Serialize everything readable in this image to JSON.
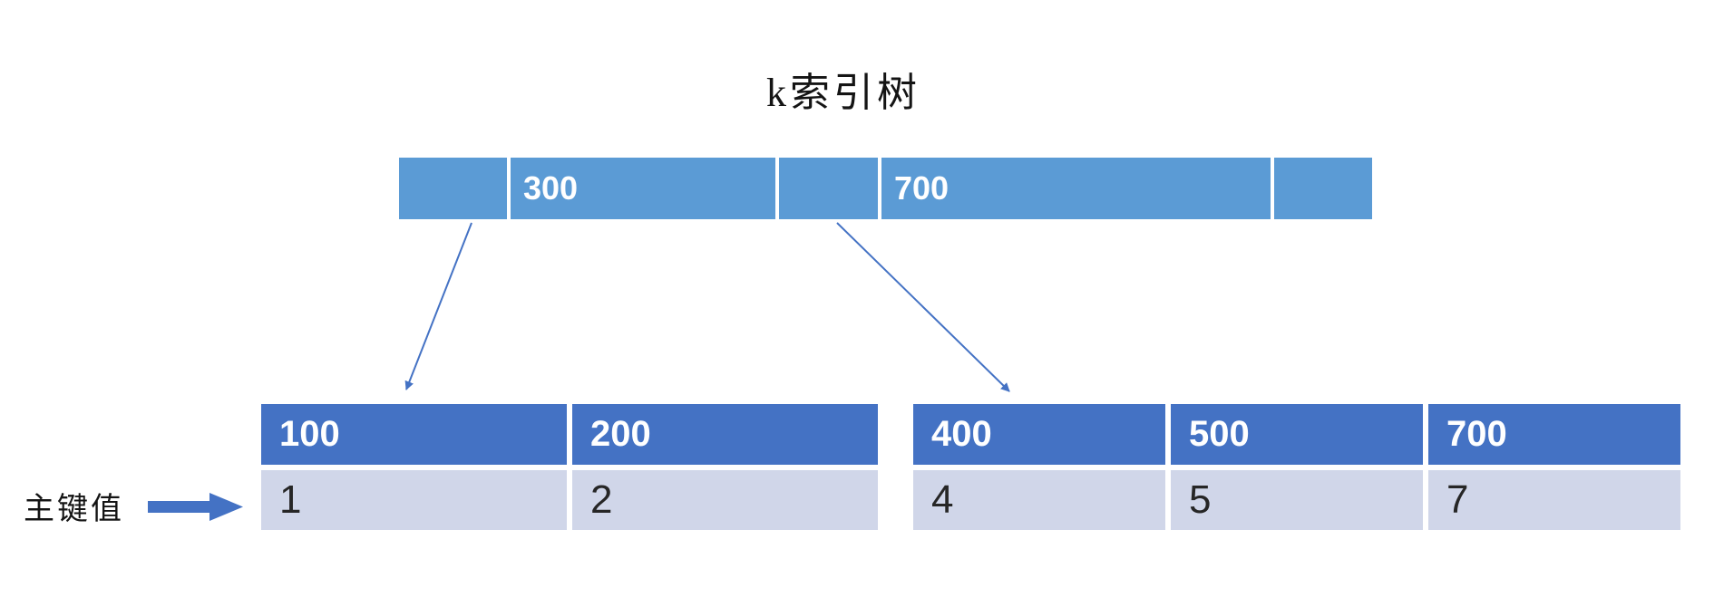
{
  "title": "k索引树",
  "colors": {
    "root_fill": "#5b9bd5",
    "leaf_header_fill": "#4472c4",
    "leaf_value_fill": "#d0d6e9",
    "arrow": "#4472c4",
    "header_text": "#ffffff",
    "value_text": "#262626",
    "title_text": "#141414"
  },
  "root_node": {
    "cells": [
      "",
      "300",
      "",
      "700",
      ""
    ]
  },
  "leaf_tables": [
    {
      "headers": [
        "100",
        "200"
      ],
      "values": [
        "1",
        "2"
      ]
    },
    {
      "headers": [
        "400",
        "500",
        "700"
      ],
      "values": [
        "4",
        "5",
        "7"
      ]
    }
  ],
  "annotation": {
    "label": "主键值"
  }
}
